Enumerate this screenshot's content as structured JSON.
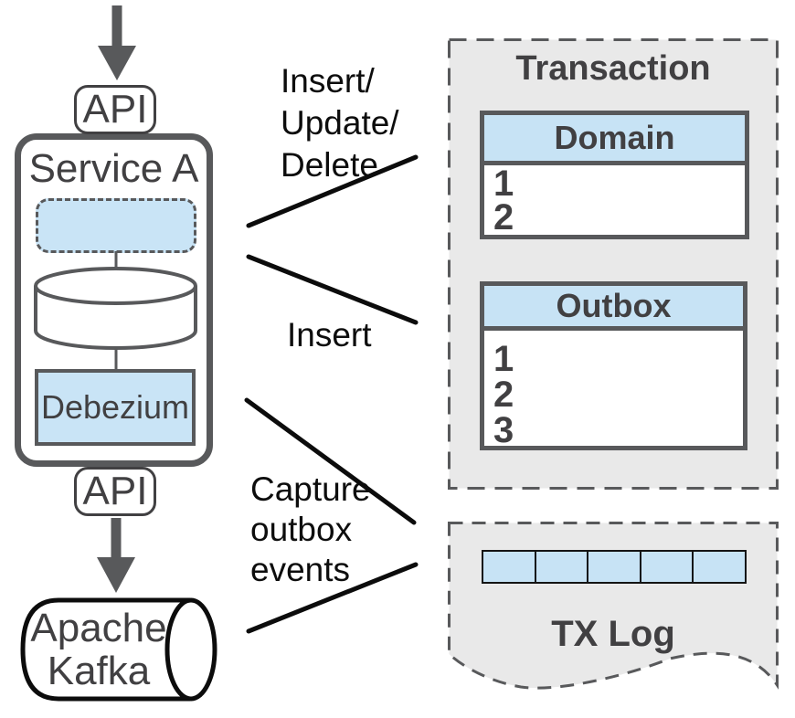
{
  "colors": {
    "accent_blue": "#c9e4f6",
    "table_header_blue": "#c7e3f5",
    "panel_gray": "#e9e9e9",
    "border_gray": "#58595b",
    "text_dark": "#414042",
    "line_black": "#0c0c0c"
  },
  "service": {
    "api_top": "API",
    "title": "Service A",
    "debezium": "Debezium",
    "api_bottom": "API"
  },
  "kafka": {
    "line1": "Apache",
    "line2": "Kafka"
  },
  "edge_labels": {
    "iud_line1": "Insert/",
    "iud_line2": "Update/",
    "iud_line3": "Delete",
    "insert": "Insert",
    "capture_line1": "Capture",
    "capture_line2": "outbox",
    "capture_line3": "events"
  },
  "transaction": {
    "title": "Transaction",
    "domain_table": {
      "header": "Domain",
      "rows": [
        "1",
        "2"
      ]
    },
    "outbox_table": {
      "header": "Outbox",
      "rows": [
        "1",
        "2",
        "3"
      ]
    }
  },
  "txlog": {
    "title": "TX Log",
    "cell_count": 5
  }
}
